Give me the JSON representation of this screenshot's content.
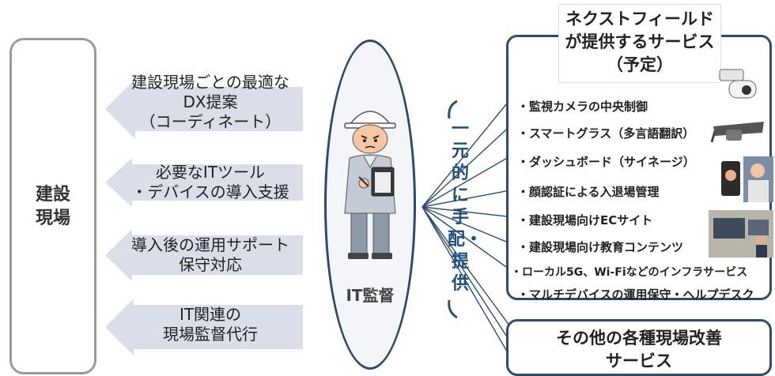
{
  "site": {
    "label": "建設\n現場"
  },
  "flows": [
    {
      "text": "建設現場ごとの最適な\nDX提案\n（コーディネート）"
    },
    {
      "text": "必要なITツール\n・デバイスの導入支援"
    },
    {
      "text": "導入後の運用サポート\n保守対応"
    },
    {
      "text": "IT関連の\n現場監督代行"
    }
  ],
  "supervisor": {
    "label": "IT監督"
  },
  "vertical_label": "一元的に手配・提供",
  "services": {
    "title": "ネクストフィールド\nが提供するサービス\n（予定）",
    "items": [
      "・監視カメラの中央制御",
      "・スマートグラス（多言語翻訳）",
      "・ダッシュボード（サイネージ）",
      "・顔認証による入退場管理",
      "・建設現場向けECサイト",
      "・建設現場向け教育コンテンツ",
      "・ローカル5G、Wi-Fiなどのインフラサービス",
      "・マルチデバイスの運用保守・ヘルプデスク"
    ]
  },
  "other_services": "その他の各種現場改善\nサービス",
  "colors": {
    "arrow": "#d9dee9",
    "frame": "#2e4d6e",
    "accent": "#1f4f7a"
  }
}
